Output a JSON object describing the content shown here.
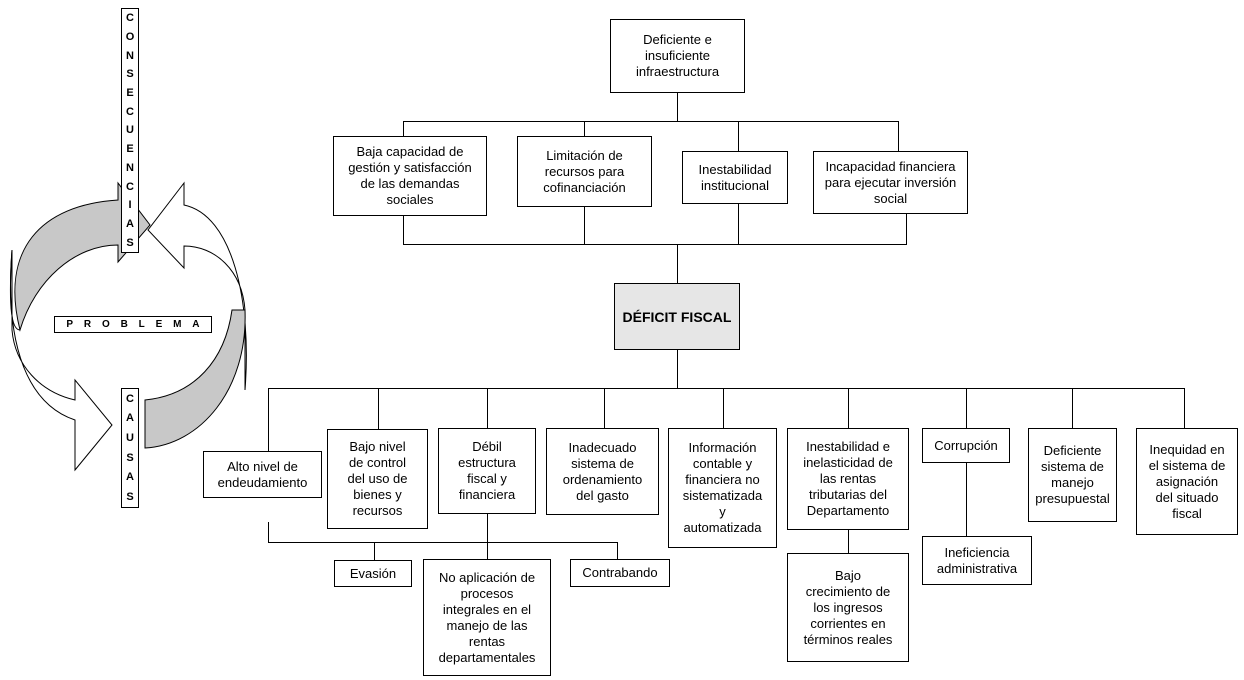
{
  "side_labels": {
    "consecuencias": "CONSECUENCIAS",
    "problema": "PROBLEMA",
    "causas": "CAUSAS"
  },
  "top": "Deficiente e\ninsuficiente\ninfraestructura",
  "consequences": [
    "Baja capacidad de\ngestión y satisfacción\nde las demandas\nsociales",
    "Limitación de\nrecursos para\ncofinanciación",
    "Inestabilidad\ninstitucional",
    "Incapacidad financiera\npara ejecutar inversión\nsocial"
  ],
  "center": "DÉFICIT FISCAL",
  "causes": [
    "Alto nivel de\nendeudamiento",
    "Bajo nivel\nde control\ndel uso de\nbienes y\nrecursos",
    "Débil\nestructura\nfiscal y\nfinanciera",
    "Inadecuado\nsistema de\nordenamiento\ndel gasto",
    "Información\ncontable y\nfinanciera no\nsistematizada\ny\nautomatizada",
    "Inestabilidad e\ninelasticidad de\nlas rentas\ntributarias del\nDepartamento",
    "Corrupción",
    "Deficiente\nsistema de\nmanejo\npresupuestal",
    "Inequidad en\nel sistema de\nasignación\ndel situado\nfiscal"
  ],
  "subcauses": {
    "evasion": "Evasión",
    "procesos": "No aplicación de\nprocesos\nintegrales en el\nmanejo de las\nrentas\ndepartamentales",
    "contrabando": "Contrabando",
    "ingresos": "Bajo\ncrecimiento de\nlos ingresos\ncorrientes en\ntérminos reales",
    "ineficiencia": "Ineficiencia\nadministrativa"
  }
}
